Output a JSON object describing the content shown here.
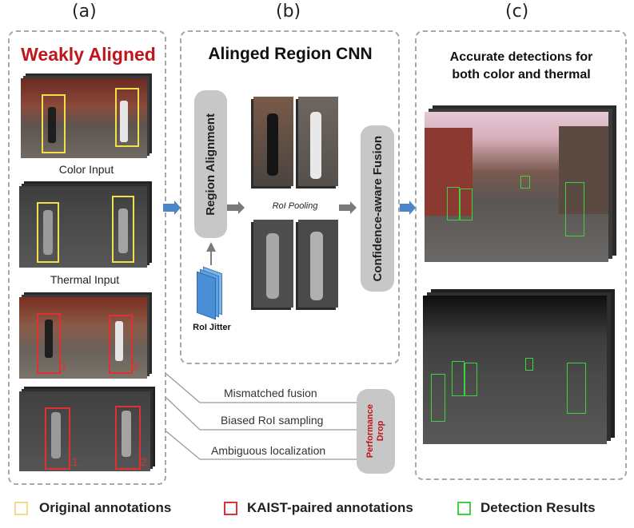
{
  "panels": {
    "a": "(a)",
    "b": "(b)",
    "c": "(c)"
  },
  "left": {
    "title": "Weakly Aligned",
    "color_caption": "Color Input",
    "thermal_caption": "Thermal Input",
    "box_numbers": [
      "1",
      "2",
      "1",
      "2"
    ]
  },
  "middle": {
    "title": "Alinged Region CNN",
    "region_alignment": "Region Alignment",
    "roi_pooling": "RoI Pooling",
    "roi_jitter": "RoI Jitter",
    "fusion": "Confidence-aware Fusion"
  },
  "right": {
    "title_line1": "Accurate detections for",
    "title_line2": "both color and thermal"
  },
  "issues": [
    "Mismatched fusion",
    "Biased RoI sampling",
    "Ambiguous localization"
  ],
  "performance": {
    "line1": "Performance",
    "line2": "Drop"
  },
  "legend": [
    {
      "label": "Original annotations",
      "color": "#f2dc8a"
    },
    {
      "label": "KAIST-paired annotations",
      "color": "#e03030"
    },
    {
      "label": "Detection Results",
      "color": "#3fd13f"
    }
  ],
  "colors": {
    "weak_title": "#c0161b",
    "perf_text": "#c0161b",
    "arrow_blue": "#4a86c8",
    "arrow_gray": "#7a7a7a"
  }
}
